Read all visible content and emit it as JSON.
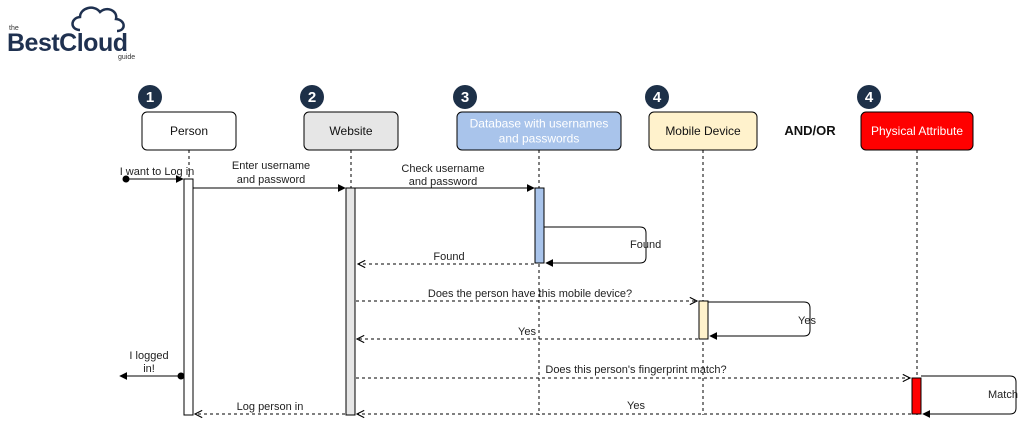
{
  "logo": {
    "prefix": "the",
    "wordmark": "BestCloud",
    "suffix": "guide",
    "icon": "cloud-icon",
    "color": "#1f3150"
  },
  "participants": [
    {
      "id": "person",
      "badge": "1",
      "label_lines": [
        "Person"
      ],
      "fill": "#ffffff",
      "text_color": "#111111"
    },
    {
      "id": "website",
      "badge": "2",
      "label_lines": [
        "Website"
      ],
      "fill": "#e6e6e6",
      "text_color": "#111111"
    },
    {
      "id": "database",
      "badge": "3",
      "label_lines": [
        "Database with usernames",
        "and passwords"
      ],
      "fill": "#a9c4eb",
      "text_color": "#ffffff"
    },
    {
      "id": "mobile",
      "badge": "4",
      "label_lines": [
        "Mobile Device"
      ],
      "fill": "#fff2cc",
      "text_color": "#111111"
    },
    {
      "id": "physical",
      "badge": "4",
      "label_lines": [
        "Physical Attribute"
      ],
      "fill": "#ff0000",
      "text_color": "#ffffff"
    }
  ],
  "and_or_label": "AND/OR",
  "badge_color": "#1d3048",
  "messages": [
    {
      "id": "login-request",
      "lines": [
        "I want to Log in"
      ],
      "style": "solid-start-dot"
    },
    {
      "id": "enter-credentials",
      "lines": [
        "Enter username",
        "and password"
      ],
      "style": "solid"
    },
    {
      "id": "check-credentials",
      "lines": [
        "Check username",
        "and password"
      ],
      "style": "solid"
    },
    {
      "id": "db-self-found",
      "lines": [
        "Found"
      ],
      "style": "self-solid"
    },
    {
      "id": "db-return-found",
      "lines": [
        "Found"
      ],
      "style": "dashed"
    },
    {
      "id": "ask-mobile",
      "lines": [
        "Does the person have this mobile device?"
      ],
      "style": "dashed"
    },
    {
      "id": "mobile-self-yes",
      "lines": [
        "Yes"
      ],
      "style": "self-solid"
    },
    {
      "id": "mobile-return-yes",
      "lines": [
        "Yes"
      ],
      "style": "dashed"
    },
    {
      "id": "logged-in",
      "lines": [
        "I logged",
        "in!"
      ],
      "style": "solid-end-dot"
    },
    {
      "id": "ask-fingerprint",
      "lines": [
        "Does this person's fingerprint match?"
      ],
      "style": "dashed"
    },
    {
      "id": "physical-self-match",
      "lines": [
        "Match"
      ],
      "style": "self-solid"
    },
    {
      "id": "physical-return-yes",
      "lines": [
        "Yes"
      ],
      "style": "dashed"
    },
    {
      "id": "log-person-in",
      "lines": [
        "Log person in"
      ],
      "style": "dashed"
    }
  ]
}
